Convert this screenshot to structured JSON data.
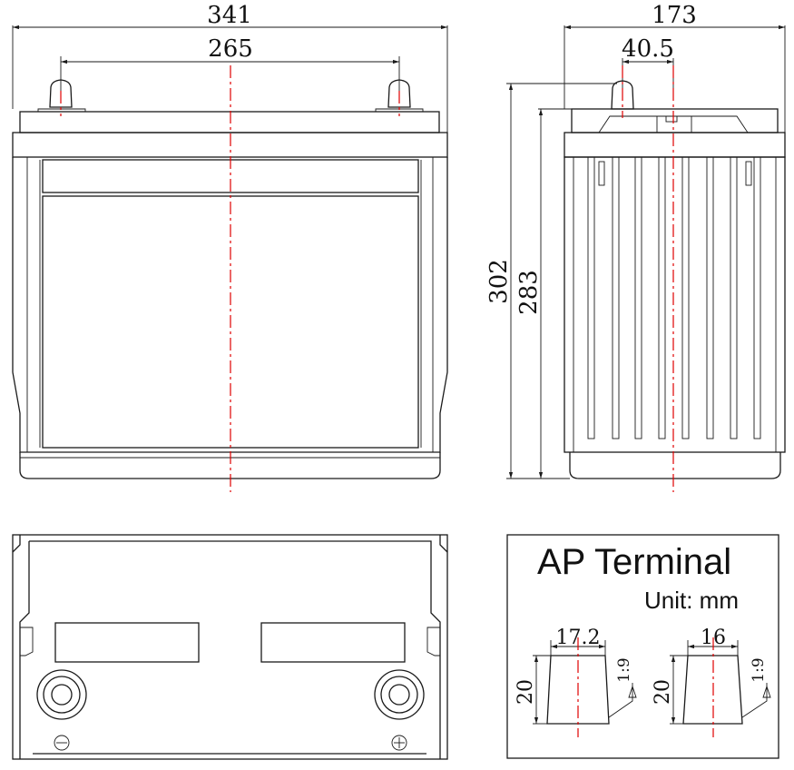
{
  "dimensions": {
    "overall_length": "341",
    "terminal_spacing": "265",
    "overall_width": "173",
    "terminal_offset": "40.5",
    "total_height": "302",
    "box_height": "283"
  },
  "terminal_box": {
    "title": "AP  Terminal",
    "unit": "Unit: mm",
    "positive": {
      "top_diameter": "17.2",
      "height": "20",
      "taper": "1:9"
    },
    "negative": {
      "top_diameter": "16",
      "height": "20",
      "taper": "1:9"
    }
  }
}
